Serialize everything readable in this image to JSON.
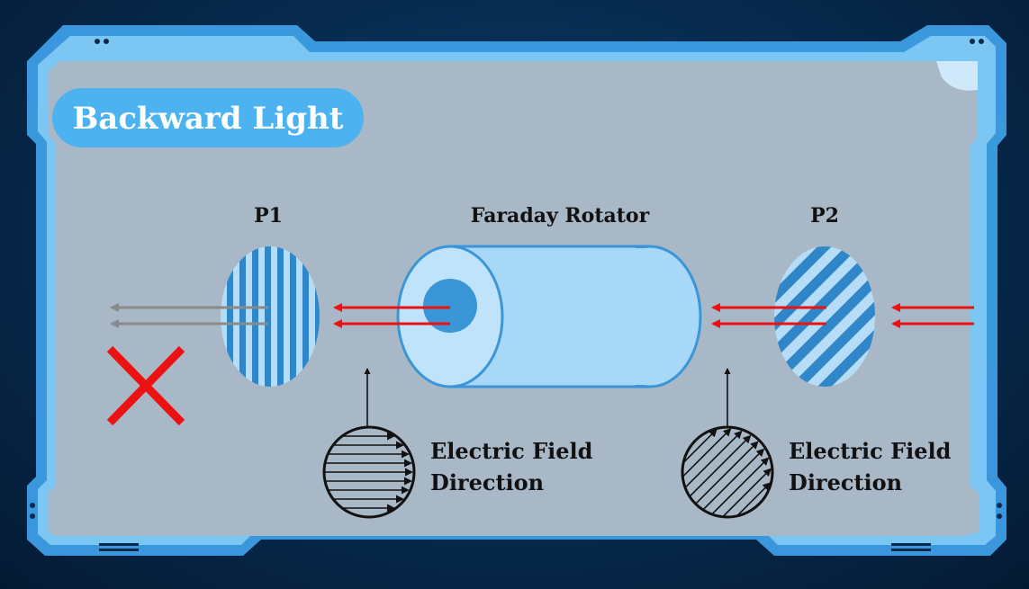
{
  "badge": {
    "label": "Backward Light"
  },
  "labels": {
    "p1": "P1",
    "p2": "P2",
    "rotator": "Faraday Rotator",
    "field_left_line1": "Electric Field",
    "field_left_line2": "Direction",
    "field_right_line1": "Electric Field",
    "field_right_line2": "Direction"
  },
  "colors": {
    "frame": "#4aa8e8",
    "panel": "#a8b8c6",
    "badge": "#4db3f0",
    "arrow_red": "#ee1111",
    "arrow_gray": "#8a8a8a",
    "blocked_x": "#ee1111",
    "cylinder_body": "#a8d8f8",
    "cylinder_core": "#3a96d6"
  }
}
